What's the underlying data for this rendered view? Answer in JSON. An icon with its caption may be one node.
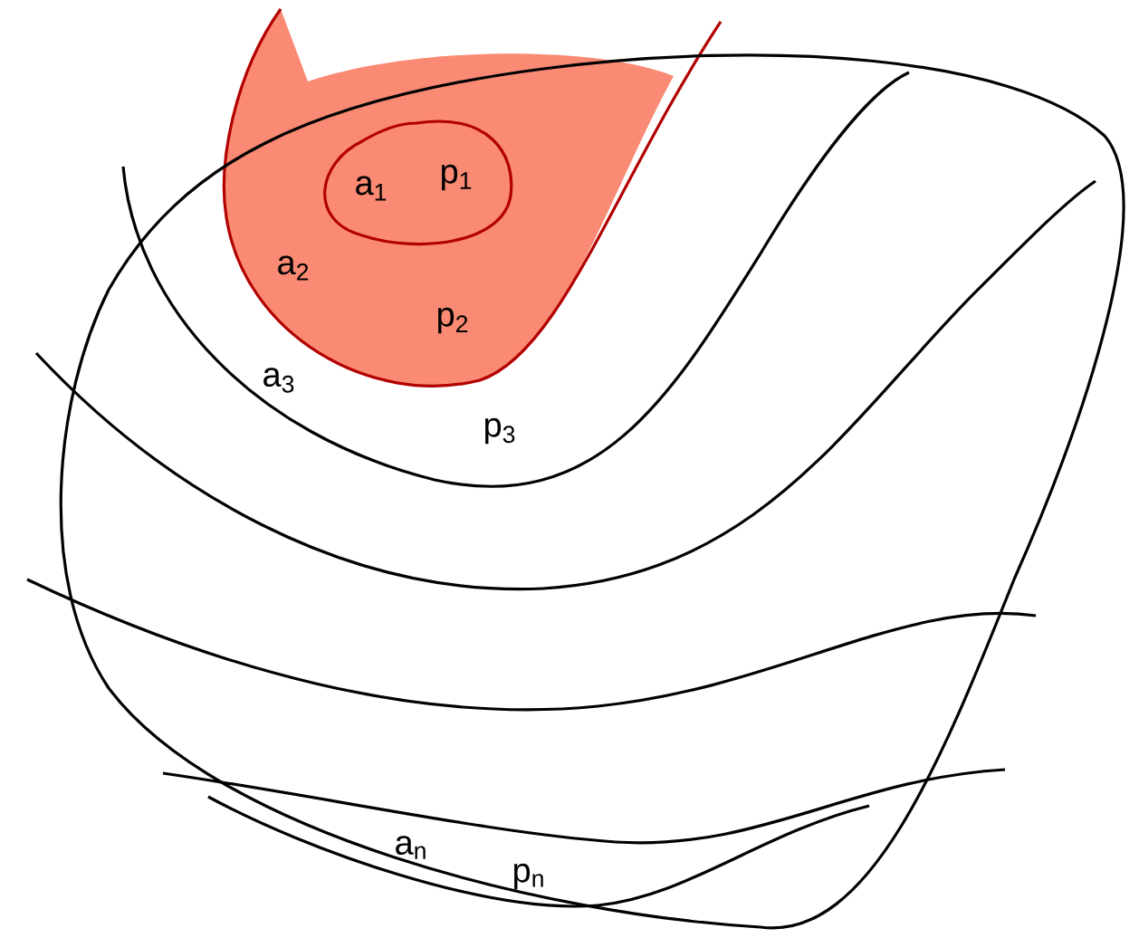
{
  "diagram": {
    "labels": [
      "a$_{1}$",
      "p$_{1}$",
      "a$_{2}$",
      "p$_{2}$",
      "a$_{3}$",
      "p$_{3}$",
      "a$_{n}$",
      "p$_{n}$"
    ]
  }
}
